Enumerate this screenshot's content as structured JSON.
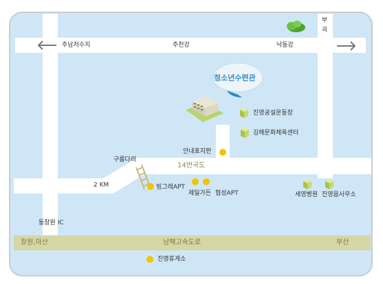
{
  "colors": {
    "land": "#cfe6f7",
    "road": "#ffffff",
    "highway": "#d6d7a6",
    "frame": "#c9cccf",
    "marker": "#f3c400",
    "building_green": "#b9d468",
    "bubble": "#eef5f9",
    "bubble_text": "#3a8fc8",
    "hill": "#5fb83a"
  },
  "top_road": {
    "left_label": "주남저수지",
    "center_label": "주천강",
    "right_label": "낙동강"
  },
  "right_vertical": {
    "label": "부곡"
  },
  "bubble": {
    "label": "청소년수련관"
  },
  "landmarks": {
    "stadium": "진영공설운동장",
    "culture_center": "김해문화체육센터",
    "sign": "안내표지판",
    "bridge": "구름다리",
    "distance": "2 KM",
    "route14": "14번국도",
    "apt1": "빙그레APT",
    "apt2": "제일가든",
    "apt3": "협성APT",
    "hospital": "세영병원",
    "office": "진영읍사무소",
    "ic": "동창원 IC",
    "rest_area": "진영휴게소"
  },
  "highway": {
    "left": "창원,마산",
    "center": "남해고속도로",
    "right": "부산"
  },
  "icons": [
    "hill-icon",
    "arrow-left-icon",
    "arrow-right-icon",
    "building-icon",
    "bridge-icon",
    "marker-icon",
    "cube-icon"
  ]
}
